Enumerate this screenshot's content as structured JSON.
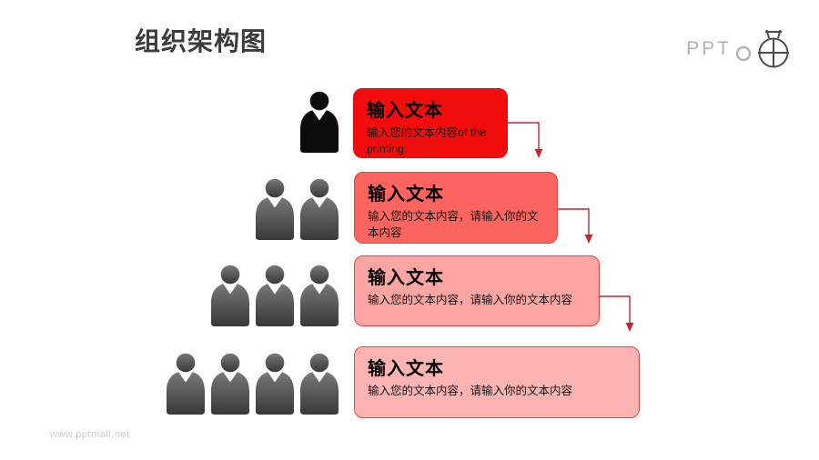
{
  "slide": {
    "title": "组织架构图",
    "watermark": "www.pptmall.net",
    "logo_text": "PPT"
  },
  "colors": {
    "box1_fill": "#f20d0d",
    "box1_border": "#e50b0b",
    "box2_fill": "#fc655f",
    "box3_fill": "#fca5a2",
    "box4_fill": "#fcb4b2",
    "box_border": "#ea423d",
    "connector_red": "#c1272d",
    "person_black": "#0b0b0b",
    "person_gray_top": "#787878",
    "person_gray_bottom": "#383838",
    "title_color": "#3b3b3b",
    "logo_gray": "#b3b3b3"
  },
  "rows": [
    {
      "people_count": 1,
      "people_style": "black",
      "box": {
        "heading": "输入文本",
        "body": "输入您的文本内容of the printing."
      }
    },
    {
      "people_count": 2,
      "people_style": "gray",
      "box": {
        "heading": "输入文本",
        "body": "输入您的文本内容，请输入你的文本内容"
      }
    },
    {
      "people_count": 3,
      "people_style": "gray",
      "box": {
        "heading": "输入文本",
        "body": "输入您的文本内容，请输入你的文本内容"
      }
    },
    {
      "people_count": 4,
      "people_style": "gray",
      "box": {
        "heading": "输入文本",
        "body": "输入您的文本内容，请输入你的文本内容"
      }
    }
  ]
}
